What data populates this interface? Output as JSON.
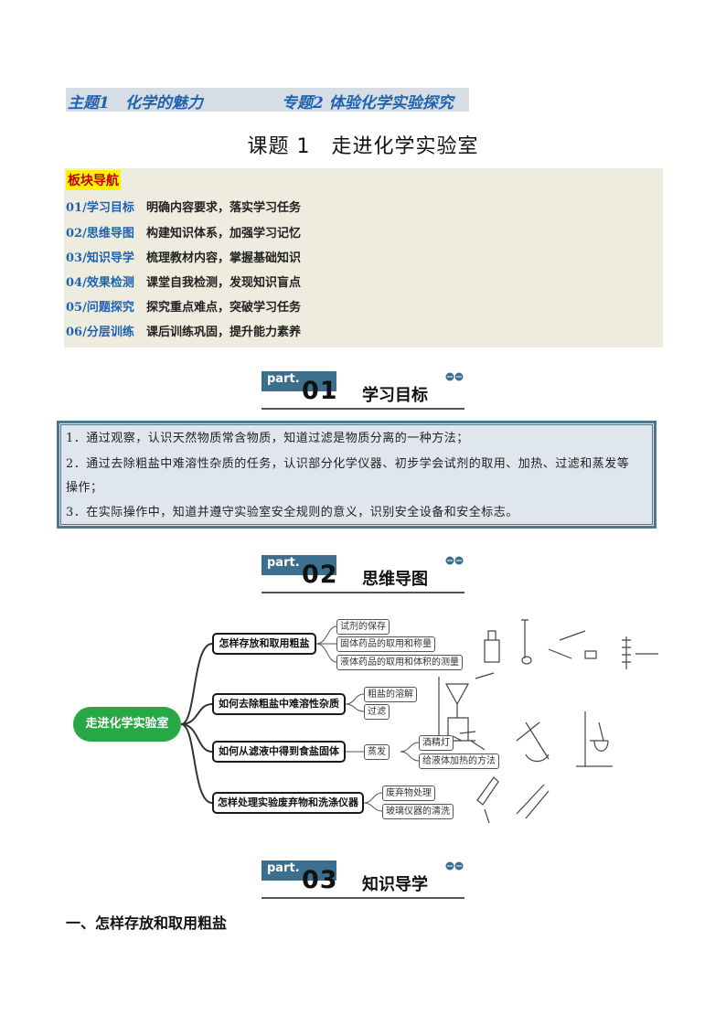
{
  "header": {
    "topic": "主题1　化学的魅力",
    "subtopic": "专题2 体验化学实验探究"
  },
  "lesson_title": "课题 1　走进化学实验室",
  "nav": {
    "title": "板块导航",
    "items": [
      {
        "key": "01/学习目标",
        "desc": "明确内容要求，落实学习任务"
      },
      {
        "key": "02/思维导图",
        "desc": "构建知识体系，加强学习记忆"
      },
      {
        "key": "03/知识导学",
        "desc": "梳理教材内容，掌握基础知识"
      },
      {
        "key": "04/效果检测",
        "desc": "课堂自我检测，发现知识盲点"
      },
      {
        "key": "05/问题探究",
        "desc": "探究重点难点，突破学习任务"
      },
      {
        "key": "06/分层训练",
        "desc": "课后训练巩固，提升能力素养"
      }
    ]
  },
  "parts": [
    {
      "tag": "part.",
      "num": "01",
      "label": "学习目标"
    },
    {
      "tag": "part.",
      "num": "02",
      "label": "思维导图"
    },
    {
      "tag": "part.",
      "num": "03",
      "label": "知识导学"
    }
  ],
  "goals": [
    "1．通过观察，认识天然物质常含物质，知道过滤是物质分离的一种方法；",
    "2．通过去除粗盐中难溶性杂质的任务，认识部分化学仪器、初步学会试剂的取用、加热、过滤和蒸发等",
    "操作；",
    "3．在实际操作中，知道并遵守实验室安全规则的意义，识别安全设备和安全标志。"
  ],
  "mindmap": {
    "root": "走进化学实验室",
    "branches": [
      {
        "label": "怎样存放和取用粗盐",
        "leaves": [
          "试剂的保存",
          "固体药品的取用和称量",
          "液体药品的取用和体积的测量"
        ]
      },
      {
        "label": "如何去除粗盐中难溶性杂质",
        "leaves": [
          "粗盐的溶解",
          "过滤"
        ]
      },
      {
        "label": "如何从滤液中得到食盐固体",
        "sub": "蒸发",
        "leaves": [
          "酒精灯",
          "给液体加热的方法"
        ]
      },
      {
        "label": "怎样处理实验废弃物和洗涤仪器",
        "leaves": [
          "废弃物处理",
          "玻璃仪器的清洗"
        ]
      }
    ]
  },
  "section": "一、怎样存放和取用粗盐",
  "colors": {
    "accent": "#1f63b0",
    "part_tag": "#3b6f8d",
    "root": "#28a745",
    "nav_bg": "#eeecdf"
  }
}
